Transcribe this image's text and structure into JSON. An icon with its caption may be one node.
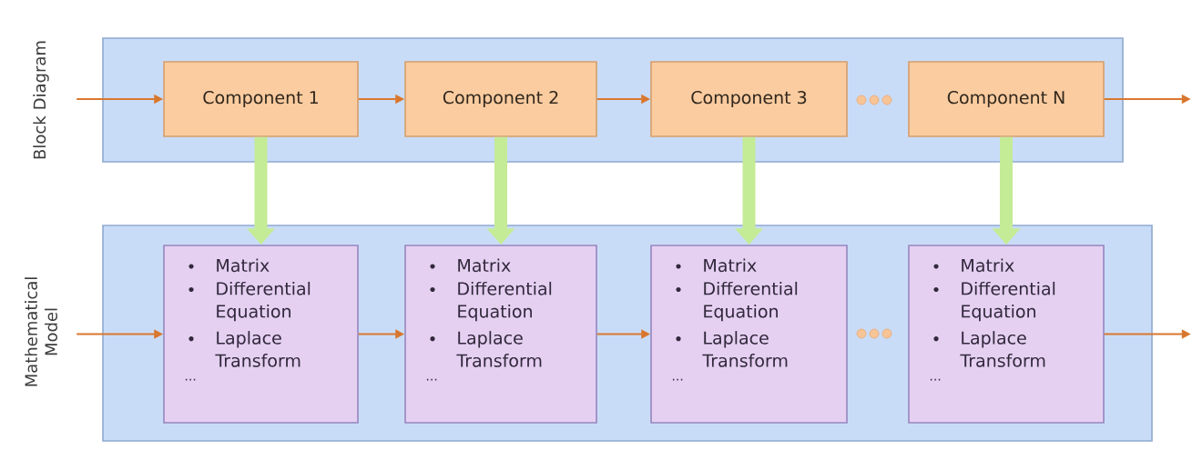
{
  "diagram": {
    "nodes": [
      {
        "text": [
          "Block Diagram"
        ]
      },
      {
        "text": [
          "Component 1"
        ],
        "in": 0
      },
      {
        "text": [
          "Component 2"
        ],
        "in": 0
      },
      {
        "text": [
          "Component 3"
        ],
        "in": 0
      },
      {
        "text": [
          "Component N"
        ],
        "in": 0
      },
      {
        "text": [
          "Mathematical Model"
        ]
      },
      {
        "text": [
          "Matrix",
          "Differential Equation",
          "Laplace Transform",
          "..."
        ],
        "in": 5
      },
      {
        "text": [
          "Matrix",
          "Differential Equation",
          "Laplace Transform",
          "..."
        ],
        "in": 5
      },
      {
        "text": [
          "Matrix",
          "Differential Equation",
          "Laplace Transform",
          "..."
        ],
        "in": 5
      },
      {
        "text": [
          "Matrix",
          "Differential Equation",
          "Laplace Transform",
          "..."
        ],
        "in": 5
      }
    ],
    "edges": [
      {
        "from": null,
        "to": 1,
        "arrow": "to"
      },
      {
        "from": 1,
        "to": 2,
        "arrow": "to"
      },
      {
        "from": 2,
        "to": 3,
        "arrow": "to"
      },
      {
        "from": 4,
        "to": null,
        "arrow": "to"
      },
      {
        "from": null,
        "to": 6,
        "arrow": "to"
      },
      {
        "from": 6,
        "to": 7,
        "arrow": "to"
      },
      {
        "from": 7,
        "to": 8,
        "arrow": "to"
      },
      {
        "from": 9,
        "to": null,
        "arrow": "to"
      },
      {
        "from": 1,
        "to": 6,
        "arrow": "to",
        "style": "thick",
        "color": "#c4eb96"
      },
      {
        "from": 2,
        "to": 7,
        "arrow": "to",
        "style": "thick",
        "color": "#c4eb96"
      },
      {
        "from": 3,
        "to": 8,
        "arrow": "to",
        "style": "thick",
        "color": "#c4eb96"
      },
      {
        "from": 4,
        "to": 9,
        "arrow": "to",
        "style": "thick",
        "color": "#c4eb96"
      }
    ]
  }
}
